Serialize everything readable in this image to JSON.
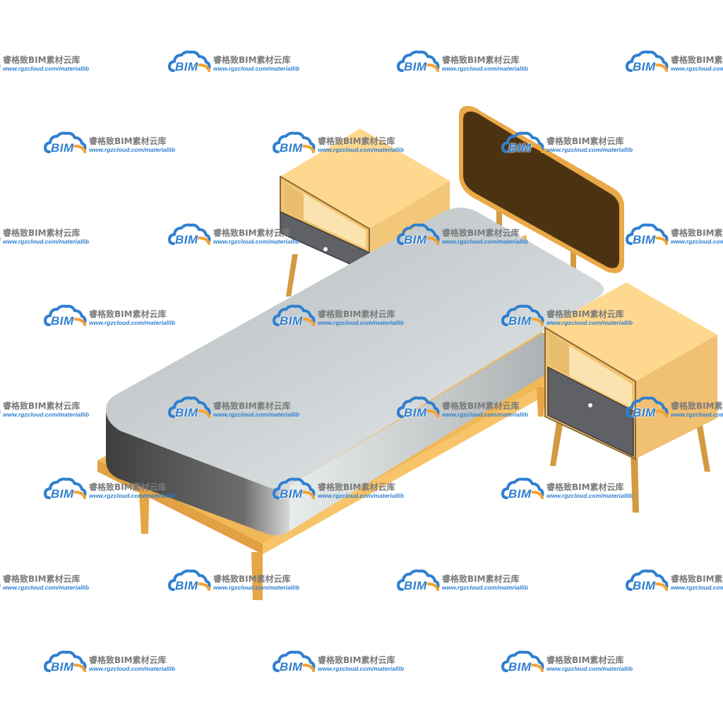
{
  "watermark": {
    "logo_text": "BIM",
    "title": "睿格致BIM素材云库",
    "url": "www.rgzcloud.com/materiallib"
  },
  "colors": {
    "wood_light": "#ffd88a",
    "wood_mid": "#e9b865",
    "wood_dark": "#d9a24a",
    "headboard": "#4e3613",
    "mattress_top": "#c5cbcd",
    "mattress_side": "#5c5c5c",
    "drawer": "#606266",
    "logo_blue": "#2f7fd0",
    "logo_orange": "#f4a233"
  },
  "icons": {
    "watermark_logo": "cloud-bim-logo-icon"
  }
}
